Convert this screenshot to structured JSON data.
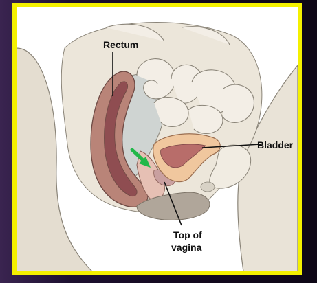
{
  "diagram": {
    "labels": {
      "rectum": "Rectum",
      "bladder": "Bladder",
      "vagina_line1": "Top of",
      "vagina_line2": "vagina"
    },
    "colors": {
      "frame": "#f4f000",
      "background": "#1b0f24",
      "tissue": "#ece6da",
      "rectum": "#b98478",
      "rectum_inner": "#8f4d51",
      "bladder": "#f0c79e",
      "bladder_inner": "#b86d6a",
      "arrow": "#22b84a"
    }
  }
}
